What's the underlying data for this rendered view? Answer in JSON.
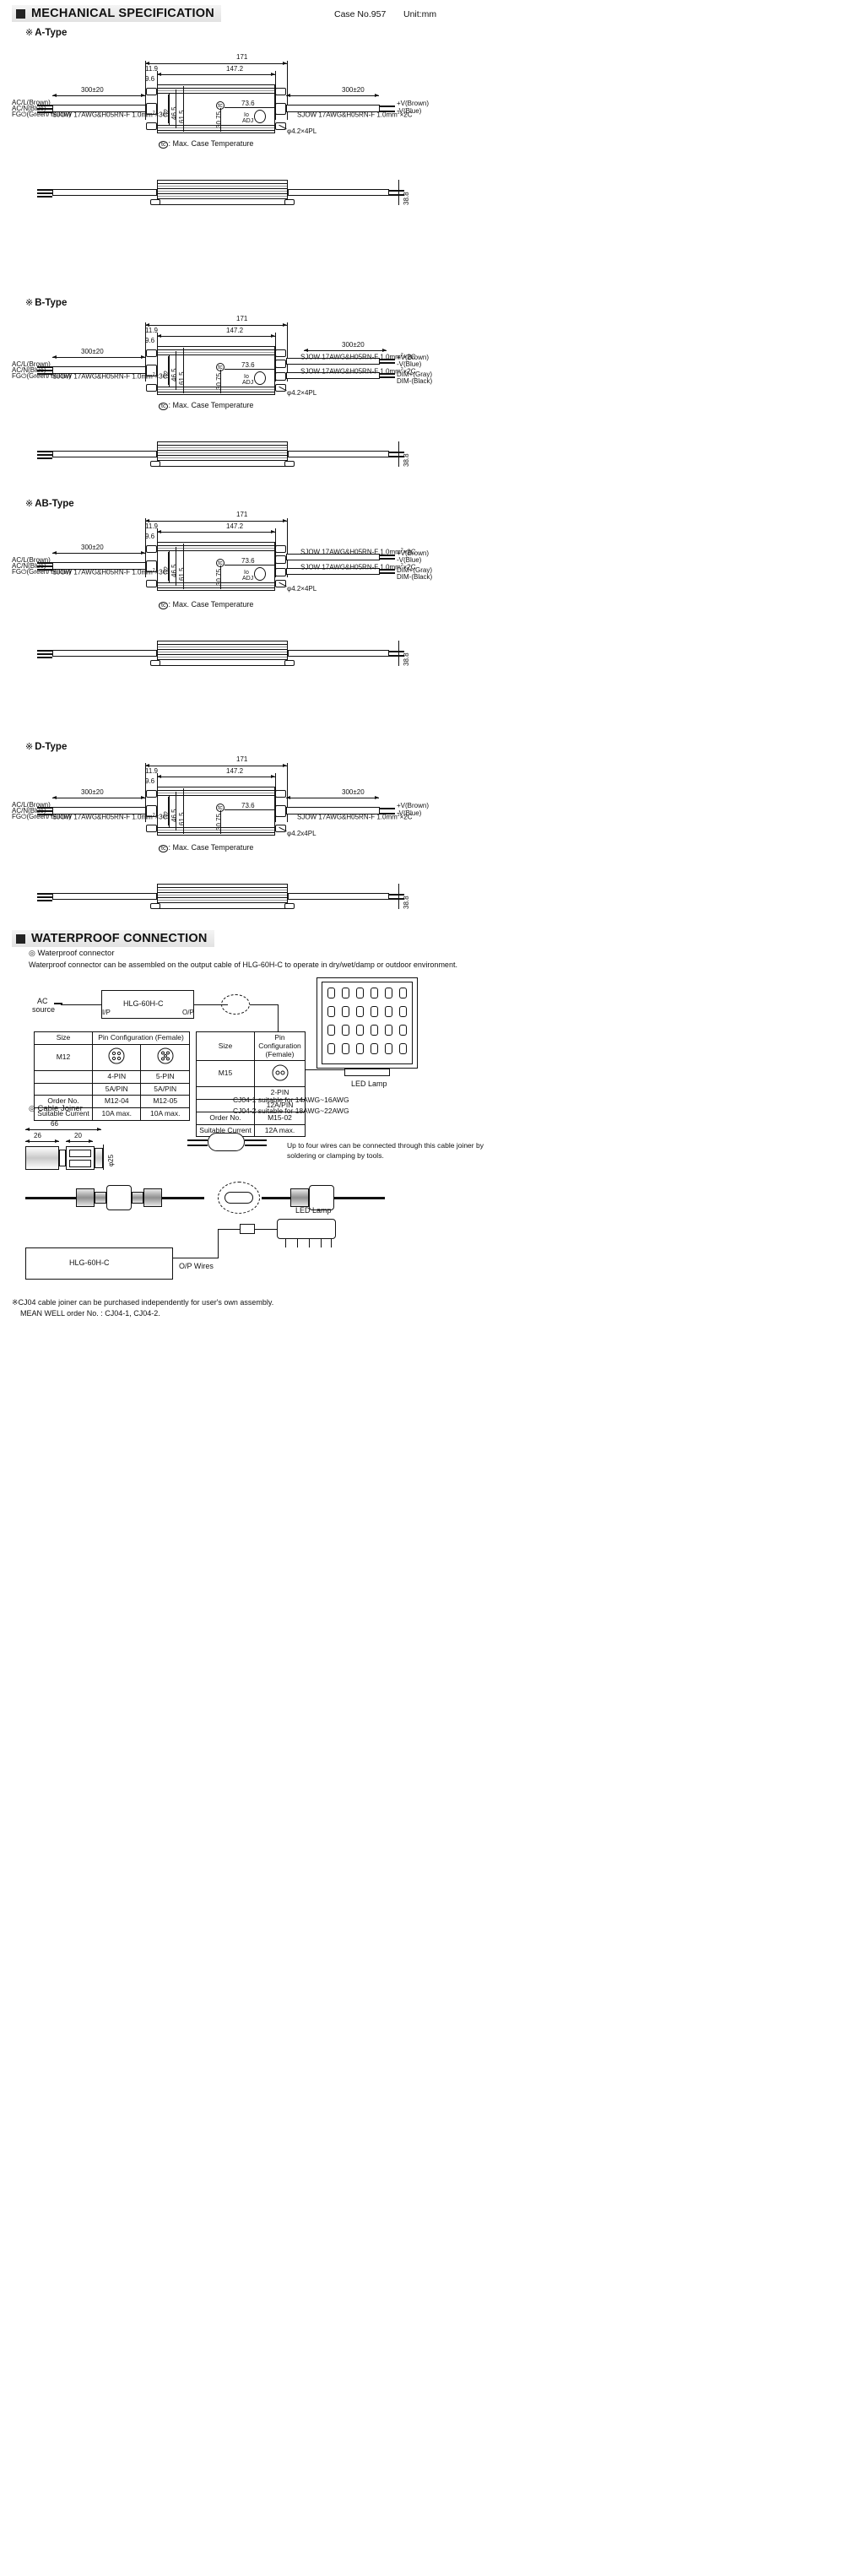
{
  "header": {
    "title": "MECHANICAL SPECIFICATION",
    "case_no": "Case No.957",
    "unit": "Unit:mm"
  },
  "types": [
    {
      "key": "a",
      "label": "A-Type"
    },
    {
      "key": "b",
      "label": "B-Type"
    },
    {
      "key": "ab",
      "label": "AB-Type"
    },
    {
      "key": "d",
      "label": "D-Type"
    }
  ],
  "dims": {
    "len_total": "171",
    "len_inner": "147.2",
    "edge1": "11.9",
    "edge2": "9.6",
    "h1": "32",
    "h2": "46.5",
    "h3": "61.5",
    "h_mid": "30.75",
    "w_mid": "73.6",
    "side_h": "38.8",
    "wire_len": "300±20",
    "wire_len_plain": "300±20",
    "hole": "φ4.2×4PL",
    "hole_d": "φ4.2x4PL"
  },
  "wire_specs": {
    "input": "SJOW 17AWG&H05RN-F  1.0mm",
    "input_sup": "2",
    "input_tail": "×3C",
    "output": "SJOW 17AWG&H05RN-F  1.0mm",
    "output_sup": "2",
    "output_tail": "×2C"
  },
  "wire_labels": {
    "ac_l": "AC/L(Brown)",
    "ac_n": "AC/N(Blue)",
    "fg": "(Green/Yellow)",
    "fg_sym": "FG",
    "vplus": "+V(Brown)",
    "vminus": "-V(Blue)",
    "dim_plus": "DIM+(Gray)",
    "dim_minus": "DIM-(Black)"
  },
  "adj": {
    "line1": "Io",
    "line2": "ADJ"
  },
  "tc_note": ": Max. Case Temperature",
  "tc_sym": "tc",
  "waterproof": {
    "title": "WATERPROOF CONNECTION",
    "sub1": "Waterproof connector",
    "sub1_text": "Waterproof connector can be assembled on the output cable of HLG-60H-C to operate in dry/wet/damp or outdoor environment.",
    "sub2": "Cable Joiner",
    "ac_source_l1": "AC",
    "ac_source_l2": "source",
    "device_name": "HLG-60H-C",
    "ip_label": "I/P",
    "op_label": "O/P",
    "led_lamp": "LED Lamp",
    "table_m12": {
      "col_size": "Size",
      "col_pin": "Pin Configuration (Female)",
      "size": "M12",
      "rows": [
        {
          "label": "",
          "c1": "4-PIN",
          "c2": "5-PIN"
        },
        {
          "label": "",
          "c1": "5A/PIN",
          "c2": "5A/PIN"
        },
        {
          "label": "Order No.",
          "c1": "M12-04",
          "c2": "M12-05"
        },
        {
          "label": "Suitable Current",
          "c1": "10A max.",
          "c2": "10A max."
        }
      ]
    },
    "table_m15": {
      "col_size": "Size",
      "col_pin": "Pin Configuration (Female)",
      "size": "M15",
      "rows": [
        {
          "label": "",
          "c1": "2-PIN"
        },
        {
          "label": "",
          "c1": "12A/PIN"
        },
        {
          "label": "Order No.",
          "c1": "M15-02"
        },
        {
          "label": "Suitable Current",
          "c1": "12A max."
        }
      ]
    },
    "joiner": {
      "d66": "66",
      "d26": "26",
      "d20": "20",
      "d25": "φ25",
      "note1": "CJ04-1 suitable for 14AWG~16AWG",
      "note2": "CJ04-2 suitable for 18AWG~22AWG",
      "note3a": "Up to four wires can be connected through this cable joiner by",
      "note3b": "soldering or clamping by tools."
    },
    "bottom": {
      "device_name": "HLG-60H-C",
      "op_wires": "O/P Wires",
      "led_lamp": "LED Lamp"
    }
  },
  "footnotes": {
    "line1": "※CJ04 cable joiner can be purchased independently for user's own assembly.",
    "line2": "MEAN WELL order No. : CJ04-1, CJ04-2."
  }
}
